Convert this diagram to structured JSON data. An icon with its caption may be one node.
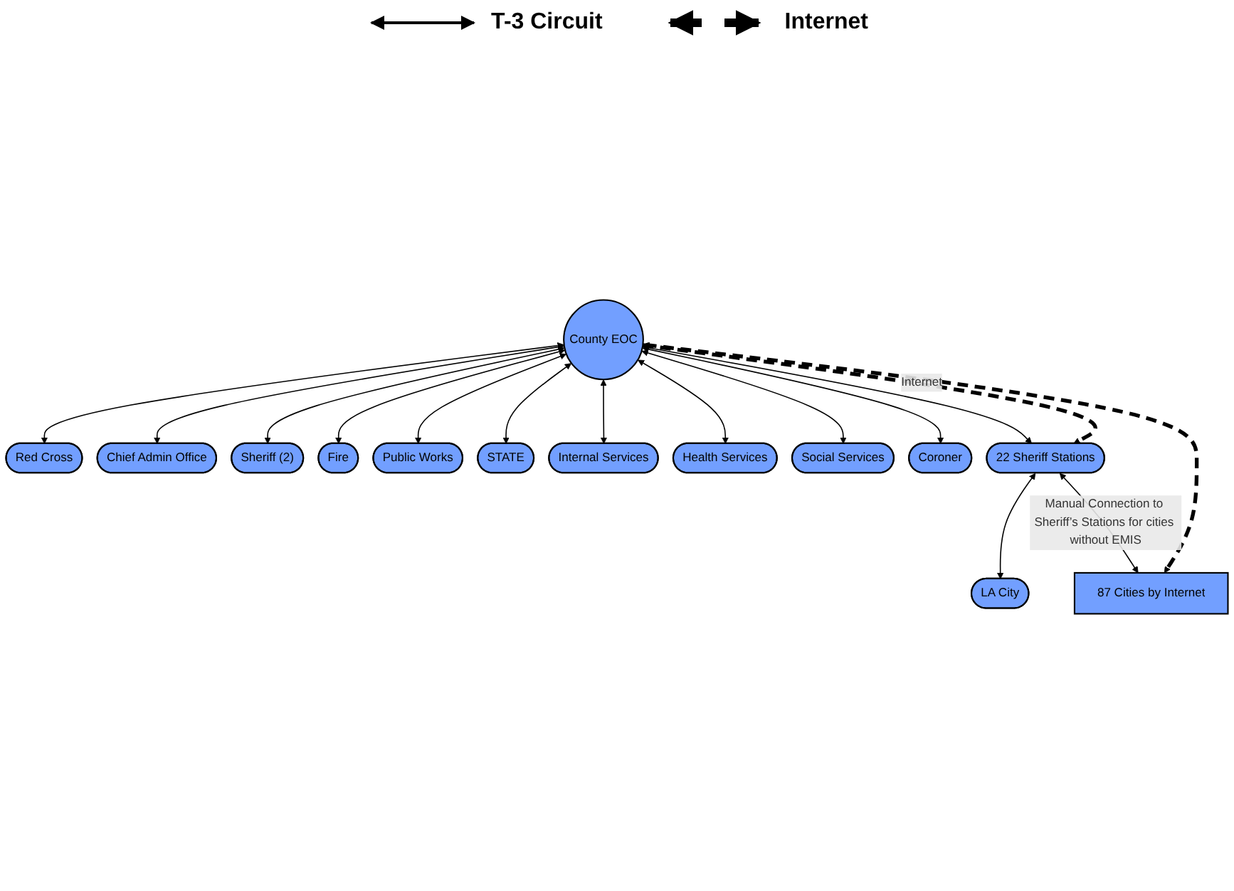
{
  "diagram": {
    "nodes": [
      {
        "text": [
          "Red Cross"
        ]
      },
      {
        "text": [
          "Chief Admin Office"
        ]
      },
      {
        "text": [
          "Sheriff (2)"
        ]
      },
      {
        "text": [
          "Fire"
        ]
      },
      {
        "text": [
          "Public Works"
        ]
      },
      {
        "text": [
          "County EOC"
        ]
      },
      {
        "text": [
          "STATE"
        ]
      },
      {
        "text": [
          "Internal Services"
        ]
      },
      {
        "text": [
          "Health Services"
        ]
      },
      {
        "text": [
          "Social Services"
        ]
      },
      {
        "text": [
          "Coroner"
        ]
      },
      {
        "text": [
          "22 Sheriff Stations"
        ]
      },
      {
        "text": [
          "LA City"
        ]
      },
      {
        "text": [
          "87 Cities by Internet"
        ]
      }
    ],
    "edges": [
      {
        "from": 5,
        "to": 0,
        "arrow": "both"
      },
      {
        "from": 5,
        "to": 1,
        "arrow": "both"
      },
      {
        "from": 5,
        "to": 2,
        "arrow": "both"
      },
      {
        "from": 5,
        "to": 3,
        "arrow": "both"
      },
      {
        "from": 5,
        "to": 4,
        "arrow": "both"
      },
      {
        "from": 5,
        "to": 6,
        "arrow": "both"
      },
      {
        "from": 5,
        "to": 7,
        "arrow": "both"
      },
      {
        "from": 5,
        "to": 8,
        "arrow": "both"
      },
      {
        "from": 5,
        "to": 9,
        "arrow": "both"
      },
      {
        "from": 5,
        "to": 10,
        "arrow": "both"
      },
      {
        "from": 5,
        "to": 11,
        "arrow": "both"
      },
      {
        "from": 11,
        "to": 12,
        "arrow": "both"
      },
      {
        "from": 11,
        "to": 13,
        "arrow": "both",
        "label": "Manual Connection to Sheriff’s Stations for cities without EMIS"
      },
      {
        "from": 5,
        "to": 13,
        "arrow": "both",
        "style": "dashed"
      },
      {
        "from": 5,
        "to": 11,
        "arrow": "to",
        "style": "dashed",
        "label": "Internet"
      }
    ],
    "legend": [
      {
        "text": "T-3 Circuit"
      },
      {
        "text": "Internet"
      }
    ]
  }
}
